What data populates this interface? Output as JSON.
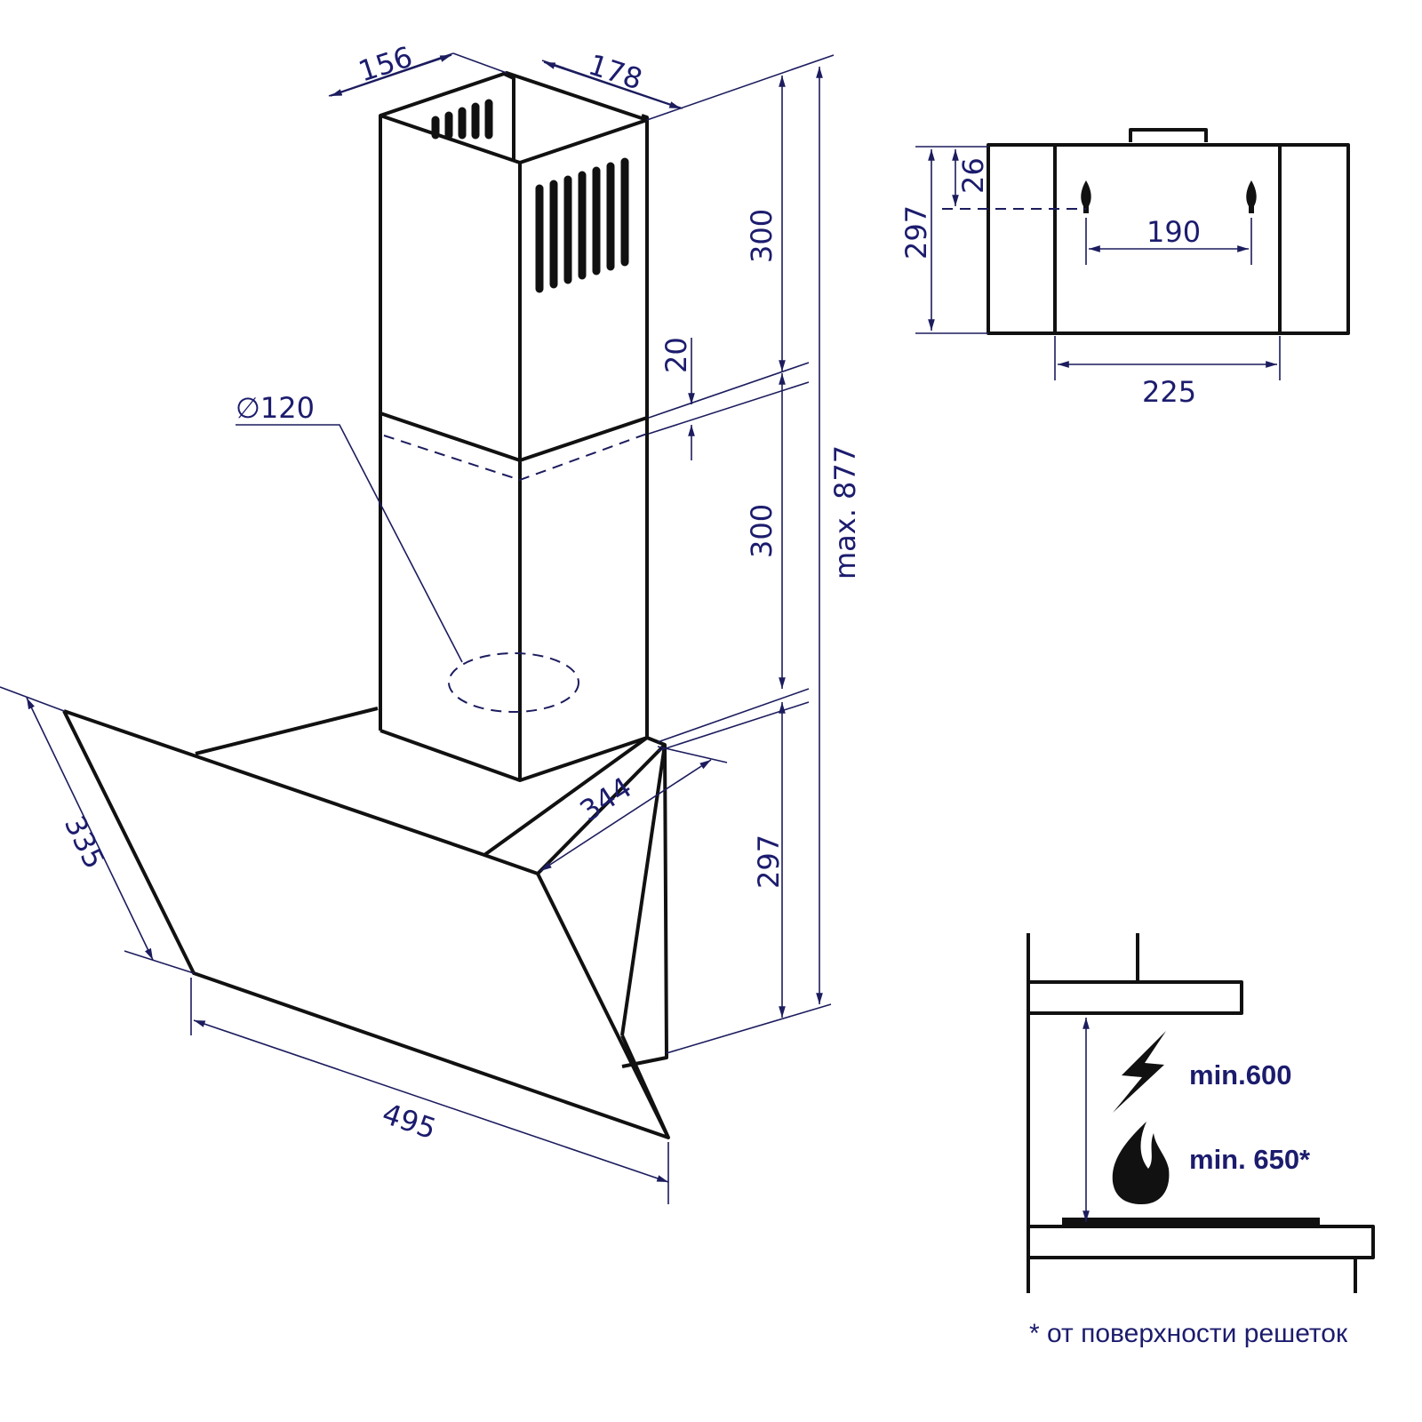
{
  "dimensions": {
    "chimney_depth": "156",
    "chimney_width": "178",
    "upper_chimney_height": "300",
    "overlap": "20",
    "lower_chimney_height": "300",
    "max_height": "max. 877",
    "duct_diameter": "∅120",
    "hood_depth": "344",
    "glass_height": "335",
    "hood_width": "495",
    "hood_height": "297"
  },
  "mounting": {
    "height": "297",
    "hole_offset": "26",
    "hole_spacing": "190",
    "bracket_width": "225"
  },
  "installation": {
    "electric_min": "min.600",
    "gas_min": "min. 650*",
    "footnote": "* от поверхности решеток"
  },
  "colors": {
    "dimension": "#1c1c6e",
    "outline": "#111111"
  }
}
